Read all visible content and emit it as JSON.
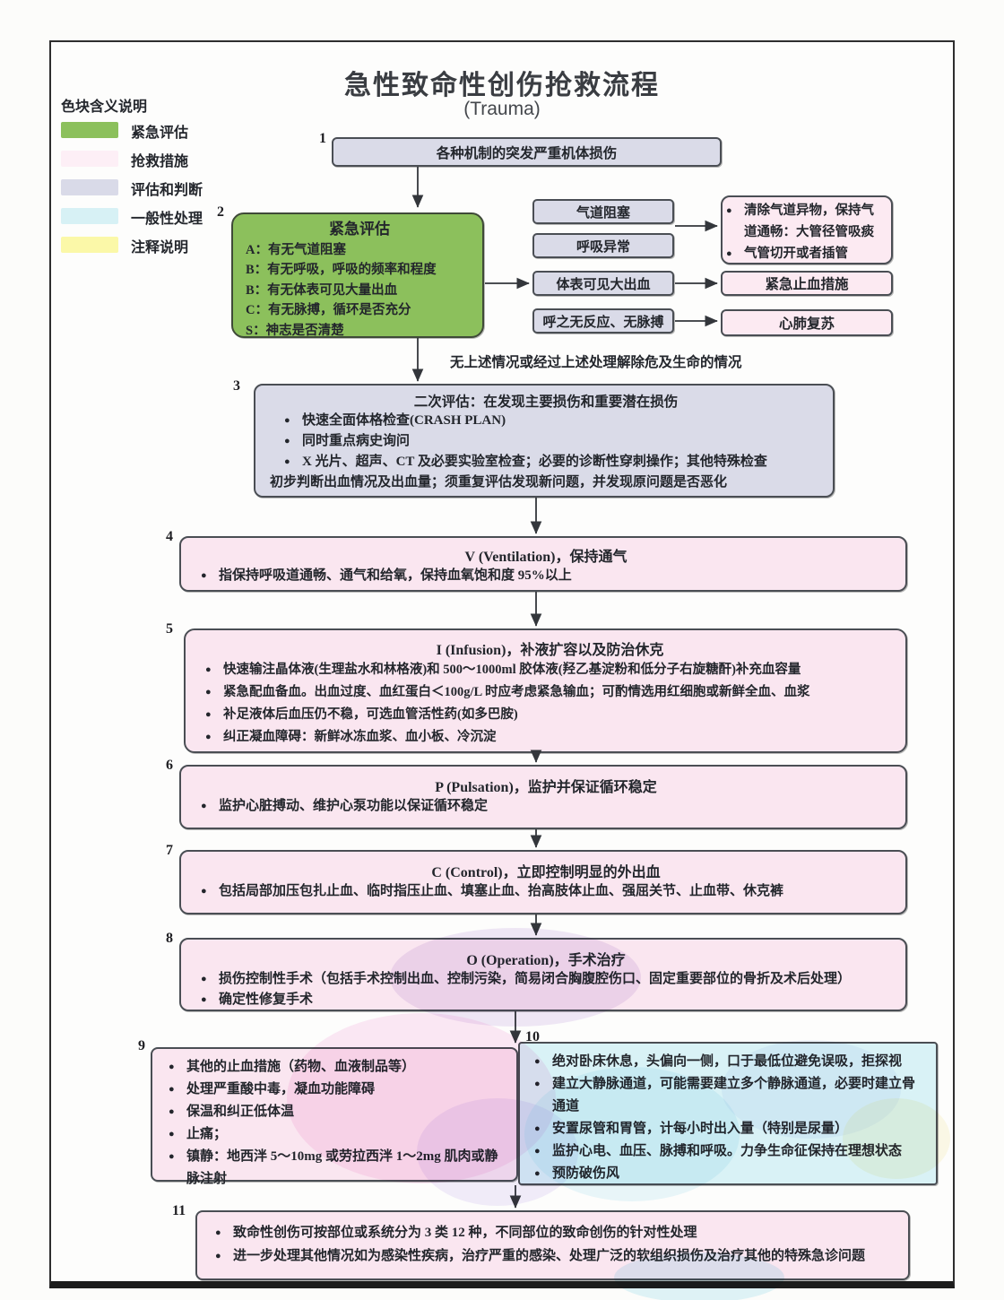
{
  "title": {
    "main": "急性致命性创伤抢救流程",
    "subtitle": "(Trauma)"
  },
  "legend": {
    "heading": "色块含义说明",
    "items": [
      {
        "label": "紧急评估",
        "color": "#8cc05c"
      },
      {
        "label": "抢救措施",
        "color": "#fdeff6"
      },
      {
        "label": "评估和判断",
        "color": "#d9dae8"
      },
      {
        "label": "一般性处理",
        "color": "#d7f1f5"
      },
      {
        "label": "注释说明",
        "color": "#fbf8a8"
      }
    ]
  },
  "palette": {
    "green": "#8cc05c",
    "pink": "#fae6f0",
    "pink_light": "#fceaf2",
    "lavender": "#dadbe8",
    "cyan": "#d9f2f6"
  },
  "flow": {
    "n1": {
      "num": "1",
      "text": "各种机制的突发严重机体损伤"
    },
    "n2": {
      "num": "2",
      "title": "紧急评估",
      "lines": [
        "A：有无气道阻塞",
        "B：有无呼吸，呼吸的频率和程度",
        "B：有无体表可见大量出血",
        "C：有无脉搏，循环是否充分",
        "S：神志是否清楚"
      ]
    },
    "conditions": [
      "气道阻塞",
      "呼吸异常",
      "体表可见大出血",
      "呼之无反应、无脉搏"
    ],
    "actions": {
      "airway": [
        "清除气道异物，保持气道通畅：大管径管吸痰",
        "气管切开或者插管"
      ],
      "hemostasis": "紧急止血措施",
      "cpr": "心肺复苏"
    },
    "transition_label": "无上述情况或经过上述处理解除危及生命的情况",
    "n3": {
      "num": "3",
      "title": "二次评估：在发现主要损伤和重要潜在损伤",
      "items": [
        "快速全面体格检查(CRASH PLAN)",
        "同时重点病史询问",
        "X 光片、超声、CT 及必要实验室检查；必要的诊断性穿刺操作；其他特殊检查"
      ],
      "footer": "初步判断出血情况及出血量；须重复评估发现新问题，并发现原问题是否恶化"
    },
    "n4": {
      "num": "4",
      "title": "V (Ventilation)，保持通气",
      "items": [
        "指保持呼吸道通畅、通气和给氧，保持血氧饱和度 95%以上"
      ]
    },
    "n5": {
      "num": "5",
      "title": "I (Infusion)，补液扩容以及防治休克",
      "items": [
        "快速输注晶体液(生理盐水和林格液)和 500～1000ml 胶体液(羟乙基淀粉和低分子右旋糖酐)补充血容量",
        "紧急配血备血。出血过度、血红蛋白＜100g/L 时应考虑紧急输血；可酌情选用红细胞或新鲜全血、血浆",
        "补足液体后血压仍不稳，可选血管活性药(如多巴胺)",
        "纠正凝血障碍：新鲜冰冻血浆、血小板、冷沉淀"
      ]
    },
    "n6": {
      "num": "6",
      "title": "P (Pulsation)，监护并保证循环稳定",
      "items": [
        "监护心脏搏动、维护心泵功能以保证循环稳定"
      ]
    },
    "n7": {
      "num": "7",
      "title": "C (Control)，立即控制明显的外出血",
      "items": [
        "包括局部加压包扎止血、临时指压止血、填塞止血、抬高肢体止血、强屈关节、止血带、休克裤"
      ]
    },
    "n8": {
      "num": "8",
      "title": "O (Operation)，手术治疗",
      "items": [
        "损伤控制性手术（包括手术控制出血、控制污染，简易闭合胸腹腔伤口、固定重要部位的骨折及术后处理）",
        "确定性修复手术"
      ]
    },
    "n9": {
      "num": "9",
      "items": [
        "其他的止血措施（药物、血液制品等）",
        "处理严重酸中毒，凝血功能障碍",
        "保温和纠正低体温",
        "止痛；",
        "镇静：地西泮 5～10mg 或劳拉西泮 1～2mg 肌肉或静脉注射"
      ]
    },
    "n10": {
      "num": "10",
      "items": [
        "绝对卧床休息，头偏向一侧，口于最低位避免误吸，拒探视",
        "建立大静脉通道，可能需要建立多个静脉通道，必要时建立骨通道",
        "安置尿管和胃管，计每小时出入量（特别是尿量）",
        "监护心电、血压、脉搏和呼吸。力争生命征保持在理想状态",
        "预防破伤风"
      ]
    },
    "n11": {
      "num": "11",
      "items": [
        "致命性创伤可按部位或系统分为 3 类 12 种，不同部位的致命创伤的针对性处理",
        "进一步处理其他情况如为感染性疾病，治疗严重的感染、处理广泛的软组织损伤及治疗其他的特殊急诊问题"
      ]
    }
  }
}
